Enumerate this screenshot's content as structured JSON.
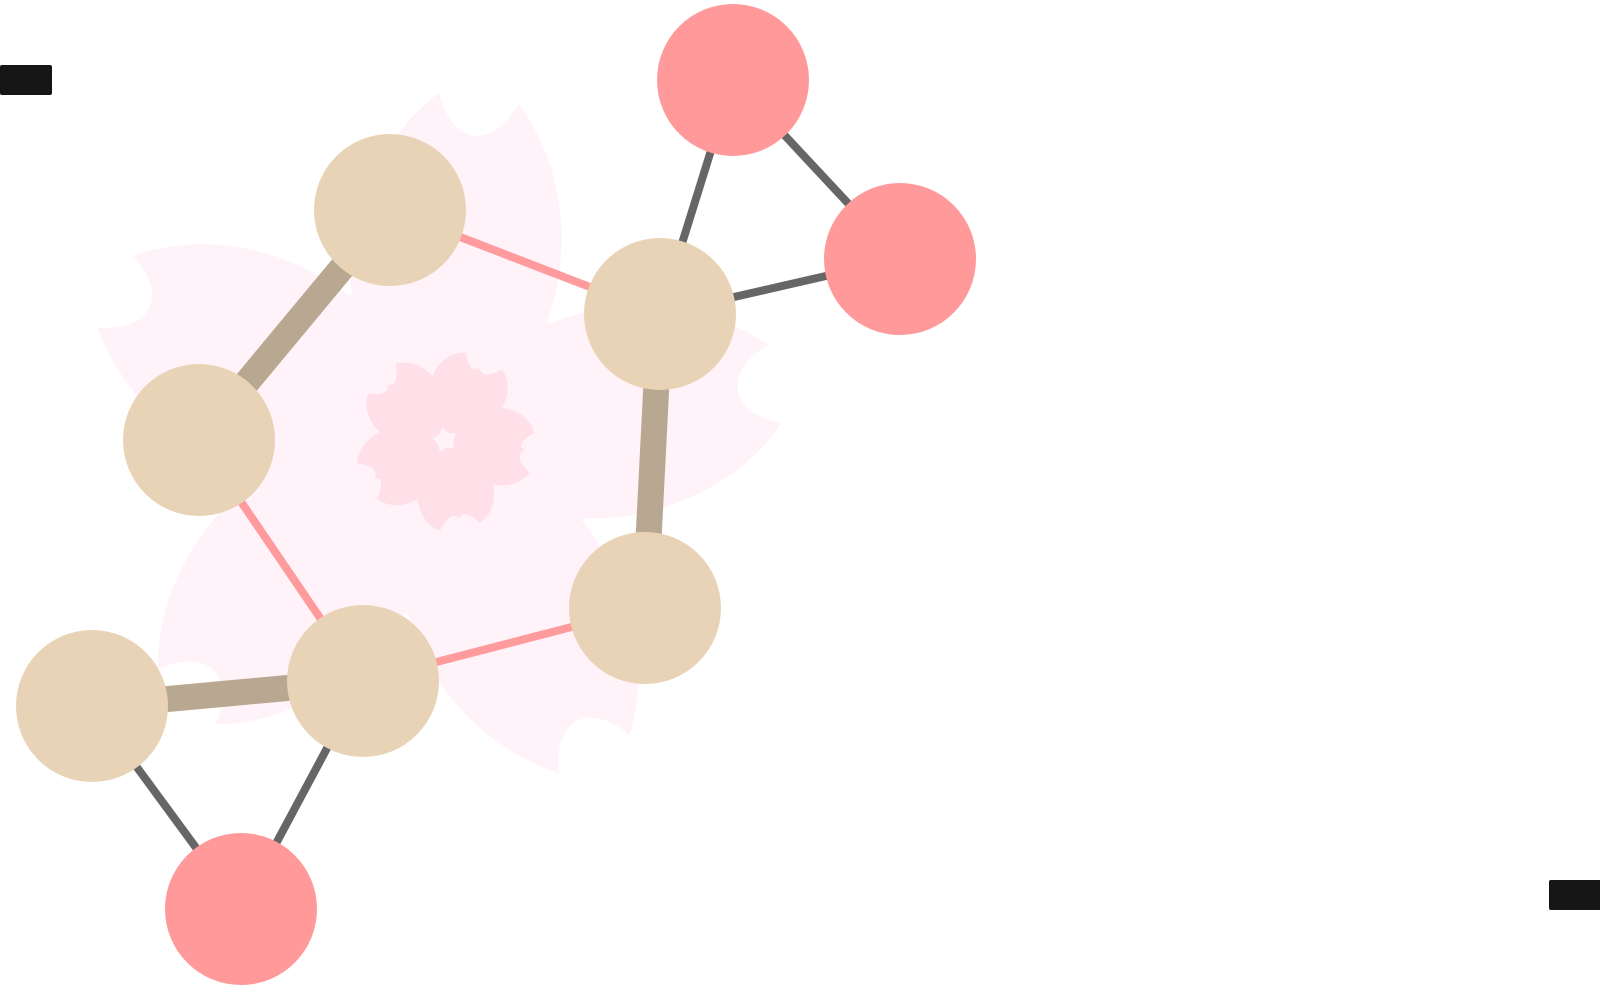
{
  "puzzle": {
    "colors": {
      "background": "#ffffff",
      "flower_petal": "#fff2f8",
      "flower_center": "#ffe0e9",
      "tan_node": "#e8d3b6",
      "pink_node": "#ff999a",
      "thick_link": "#b9a891",
      "pink_link": "#ff9a9d",
      "gray_link": "#666666",
      "corner_marker": "#161616"
    },
    "decoration": {
      "icon": "sakura-flower-icon",
      "center_icon": "cherry-blossom-petals-icon"
    },
    "nodes": [
      {
        "id": "n1",
        "kind": "tan"
      },
      {
        "id": "n2",
        "kind": "tan"
      },
      {
        "id": "n3",
        "kind": "tan"
      },
      {
        "id": "n4",
        "kind": "tan"
      },
      {
        "id": "n5",
        "kind": "tan"
      },
      {
        "id": "n6",
        "kind": "tan"
      },
      {
        "id": "p1",
        "kind": "pink"
      },
      {
        "id": "p2",
        "kind": "pink"
      },
      {
        "id": "p3",
        "kind": "pink"
      }
    ],
    "links": [
      {
        "a": "n1",
        "b": "n3",
        "style": "thick"
      },
      {
        "a": "n1",
        "b": "n2",
        "style": "pink"
      },
      {
        "a": "n2",
        "b": "n4",
        "style": "thick"
      },
      {
        "a": "n4",
        "b": "n5",
        "style": "pink"
      },
      {
        "a": "n3",
        "b": "n5",
        "style": "pink"
      },
      {
        "a": "n5",
        "b": "n6",
        "style": "thick"
      },
      {
        "a": "n2",
        "b": "p1",
        "style": "gray"
      },
      {
        "a": "n2",
        "b": "p2",
        "style": "gray"
      },
      {
        "a": "p1",
        "b": "p2",
        "style": "gray"
      },
      {
        "a": "n6",
        "b": "p3",
        "style": "gray"
      },
      {
        "a": "n5",
        "b": "p3",
        "style": "gray"
      }
    ]
  }
}
